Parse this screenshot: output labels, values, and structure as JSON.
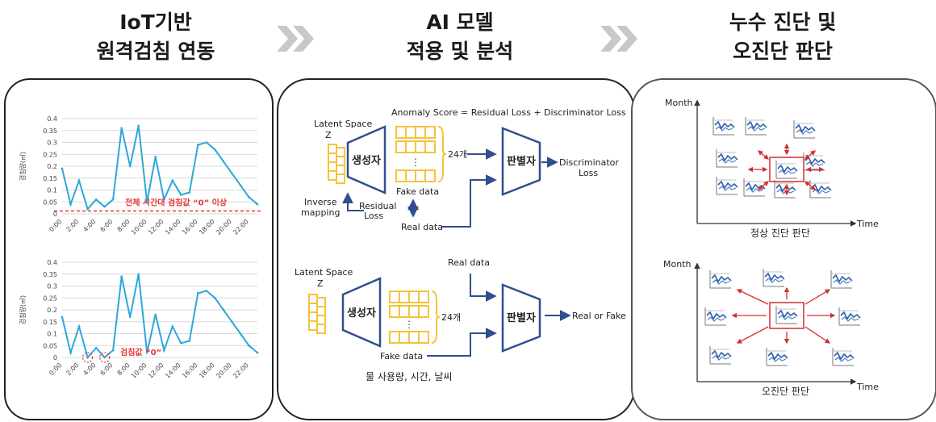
{
  "titles": {
    "stage1_line1": "IoT기반",
    "stage1_line2": "원격검침 연동",
    "stage2_line1": "AI 모델",
    "stage2_line2": "적용 및 분석",
    "stage3_line1": "누수 진단 및",
    "stage3_line2": "오진단 판단"
  },
  "chart_data": [
    {
      "type": "line",
      "ylabel": "검침량(㎥)",
      "x": [
        "0:00",
        "1:00",
        "2:00",
        "3:00",
        "4:00",
        "5:00",
        "6:00",
        "7:00",
        "8:00",
        "9:00",
        "10:00",
        "11:00",
        "12:00",
        "13:00",
        "14:00",
        "15:00",
        "16:00",
        "17:00",
        "18:00",
        "19:00",
        "20:00",
        "21:00",
        "22:00",
        "23:00"
      ],
      "xticks": [
        "0:00",
        "2:00",
        "4:00",
        "6:00",
        "8:00",
        "10:00",
        "12:00",
        "14:00",
        "16:00",
        "18:00",
        "20:00",
        "22:00"
      ],
      "yticks": [
        "0",
        "0.05",
        "0.1",
        "0.15",
        "0.2",
        "0.25",
        "0.3",
        "0.35",
        "0.4"
      ],
      "ylim": [
        0,
        0.4
      ],
      "values": [
        0.19,
        0.04,
        0.14,
        0.02,
        0.06,
        0.03,
        0.06,
        0.36,
        0.2,
        0.37,
        0.05,
        0.24,
        0.06,
        0.14,
        0.08,
        0.09,
        0.29,
        0.3,
        0.27,
        0.22,
        0.17,
        0.12,
        0.07,
        0.04
      ],
      "color": "#2ea7d8",
      "annotation": "전체 시간대 검침값 “0” 이상",
      "annotation_color": "#e53935"
    },
    {
      "type": "line",
      "ylabel": "검침량(㎥)",
      "x": [
        "0:00",
        "1:00",
        "2:00",
        "3:00",
        "4:00",
        "5:00",
        "6:00",
        "7:00",
        "8:00",
        "9:00",
        "10:00",
        "11:00",
        "12:00",
        "13:00",
        "14:00",
        "15:00",
        "16:00",
        "17:00",
        "18:00",
        "19:00",
        "20:00",
        "21:00",
        "22:00",
        "23:00"
      ],
      "xticks": [
        "0:00",
        "2:00",
        "4:00",
        "6:00",
        "8:00",
        "10:00",
        "12:00",
        "14:00",
        "16:00",
        "18:00",
        "20:00",
        "22:00"
      ],
      "yticks": [
        "0",
        "0.05",
        "0.1",
        "0.15",
        "0.2",
        "0.25",
        "0.3",
        "0.35",
        "0.4"
      ],
      "ylim": [
        0,
        0.4
      ],
      "values": [
        0.17,
        0.02,
        0.13,
        0.0,
        0.04,
        0.0,
        0.03,
        0.34,
        0.17,
        0.35,
        0.02,
        0.18,
        0.03,
        0.13,
        0.06,
        0.07,
        0.27,
        0.28,
        0.25,
        0.2,
        0.15,
        0.1,
        0.05,
        0.02
      ],
      "color": "#2ea7d8",
      "annotation": "검침값 “0”",
      "annotation_color": "#e53935"
    }
  ],
  "model_top": {
    "formula": "Anomaly Score = Residual Loss + Discriminator Loss",
    "latent_label": "Latent Space",
    "latent_z": "Z",
    "generator": "생성자",
    "discriminator": "판별자",
    "count": "24개",
    "ellipsis": "⋮",
    "fake_data": "Fake data",
    "real_data": "Real data",
    "output_line1": "Discriminator",
    "output_line2": "Loss",
    "inverse_line1": "Inverse",
    "inverse_line2": "mapping",
    "residual_line1": "Residual",
    "residual_line2": "Loss"
  },
  "model_bottom": {
    "latent_label": "Latent Space",
    "latent_z": "Z",
    "generator": "생성자",
    "discriminator": "판별자",
    "count": "24개",
    "ellipsis": "⋮",
    "real_data": "Real data",
    "fake_data": "Fake data",
    "output": "Real or Fake",
    "caption": "물 사용량, 시간, 날씨"
  },
  "diag_top": {
    "y_axis": "Month",
    "x_axis": "Time",
    "caption": "정상 진단 판단"
  },
  "diag_bottom": {
    "y_axis": "Month",
    "x_axis": "Time",
    "caption": "오진단 판단"
  },
  "colors": {
    "accent_blue": "#2f4f8f",
    "accent_yellow": "#f5c33b",
    "alert_red": "#d32f2f",
    "line_blue": "#2ea7d8"
  }
}
